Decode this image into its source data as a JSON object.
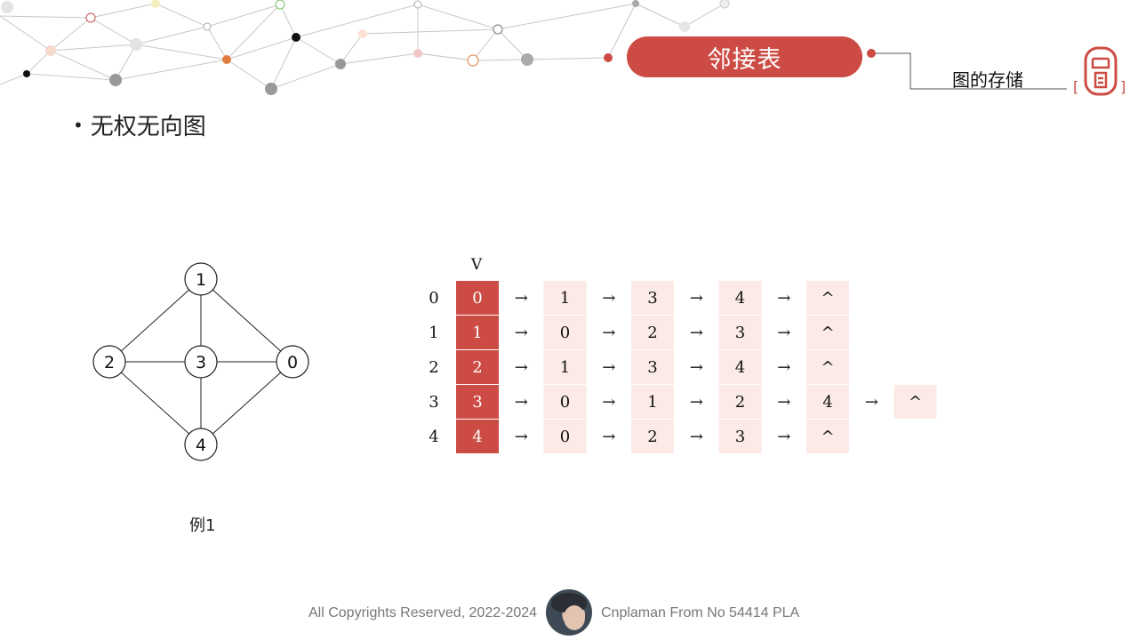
{
  "header": {
    "title": "邻接表",
    "section": "图的存储",
    "accent_color": "#cc4b44",
    "seal_icon": "seal-stamp-icon"
  },
  "bullet": {
    "text": "无权无向图"
  },
  "graph": {
    "caption": "例1",
    "nodes": [
      "1",
      "2",
      "3",
      "0",
      "4"
    ],
    "edges": [
      [
        "1",
        "2"
      ],
      [
        "1",
        "3"
      ],
      [
        "1",
        "0"
      ],
      [
        "2",
        "3"
      ],
      [
        "3",
        "0"
      ],
      [
        "2",
        "4"
      ],
      [
        "3",
        "4"
      ],
      [
        "0",
        "4"
      ]
    ]
  },
  "adjacency_list": {
    "header": "V",
    "arrow": "→",
    "null_mark": "^",
    "rows": [
      {
        "index": "0",
        "vertex": "0",
        "neighbors": [
          "1",
          "3",
          "4"
        ]
      },
      {
        "index": "1",
        "vertex": "1",
        "neighbors": [
          "0",
          "2",
          "3"
        ]
      },
      {
        "index": "2",
        "vertex": "2",
        "neighbors": [
          "1",
          "3",
          "4"
        ]
      },
      {
        "index": "3",
        "vertex": "3",
        "neighbors": [
          "0",
          "1",
          "2",
          "4"
        ]
      },
      {
        "index": "4",
        "vertex": "4",
        "neighbors": [
          "0",
          "2",
          "3"
        ]
      }
    ]
  },
  "footer": {
    "copyright": "All Copyrights Reserved, 2022-2024",
    "author": "Cnplaman From No 54414 PLA"
  }
}
